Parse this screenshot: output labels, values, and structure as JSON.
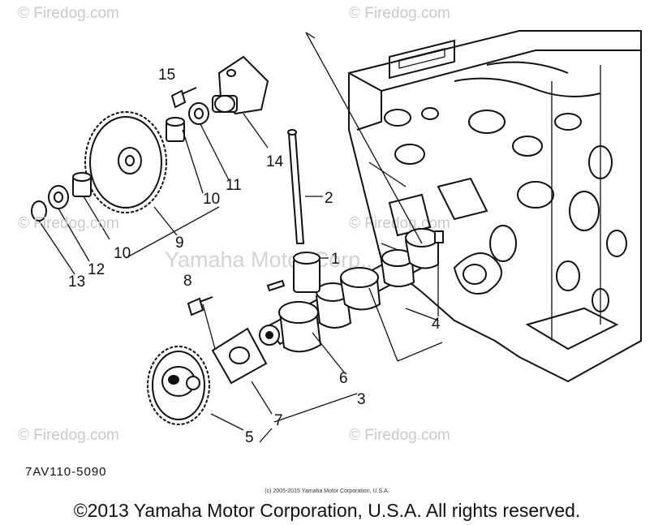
{
  "watermarks": {
    "top_left": "© Firedog.com",
    "top_center": "© Firedog.com",
    "mid_left": "© Firedog.com",
    "mid_center": "© Firedog.com",
    "bottom_left": "© Firedog.com",
    "bottom_center": "© Firedog.com",
    "center_big": "Yamaha Motor Corp., USA"
  },
  "callouts": {
    "c1": "1",
    "c2": "2",
    "c3": "3",
    "c4": "4",
    "c5": "5",
    "c6": "6",
    "c7": "7",
    "c8": "8",
    "c9": "9",
    "c10a": "10",
    "c10b": "10",
    "c11": "11",
    "c12": "12",
    "c13": "13",
    "c14": "14",
    "c15": "15"
  },
  "diagram_code": "7AV110-5090",
  "small_copyright": "(c) 2005-2015 Yamaha Motor Corporation, U.S.A.",
  "footer_copyright": "©2013 Yamaha Motor Corporation, U.S.A. All rights reserved."
}
